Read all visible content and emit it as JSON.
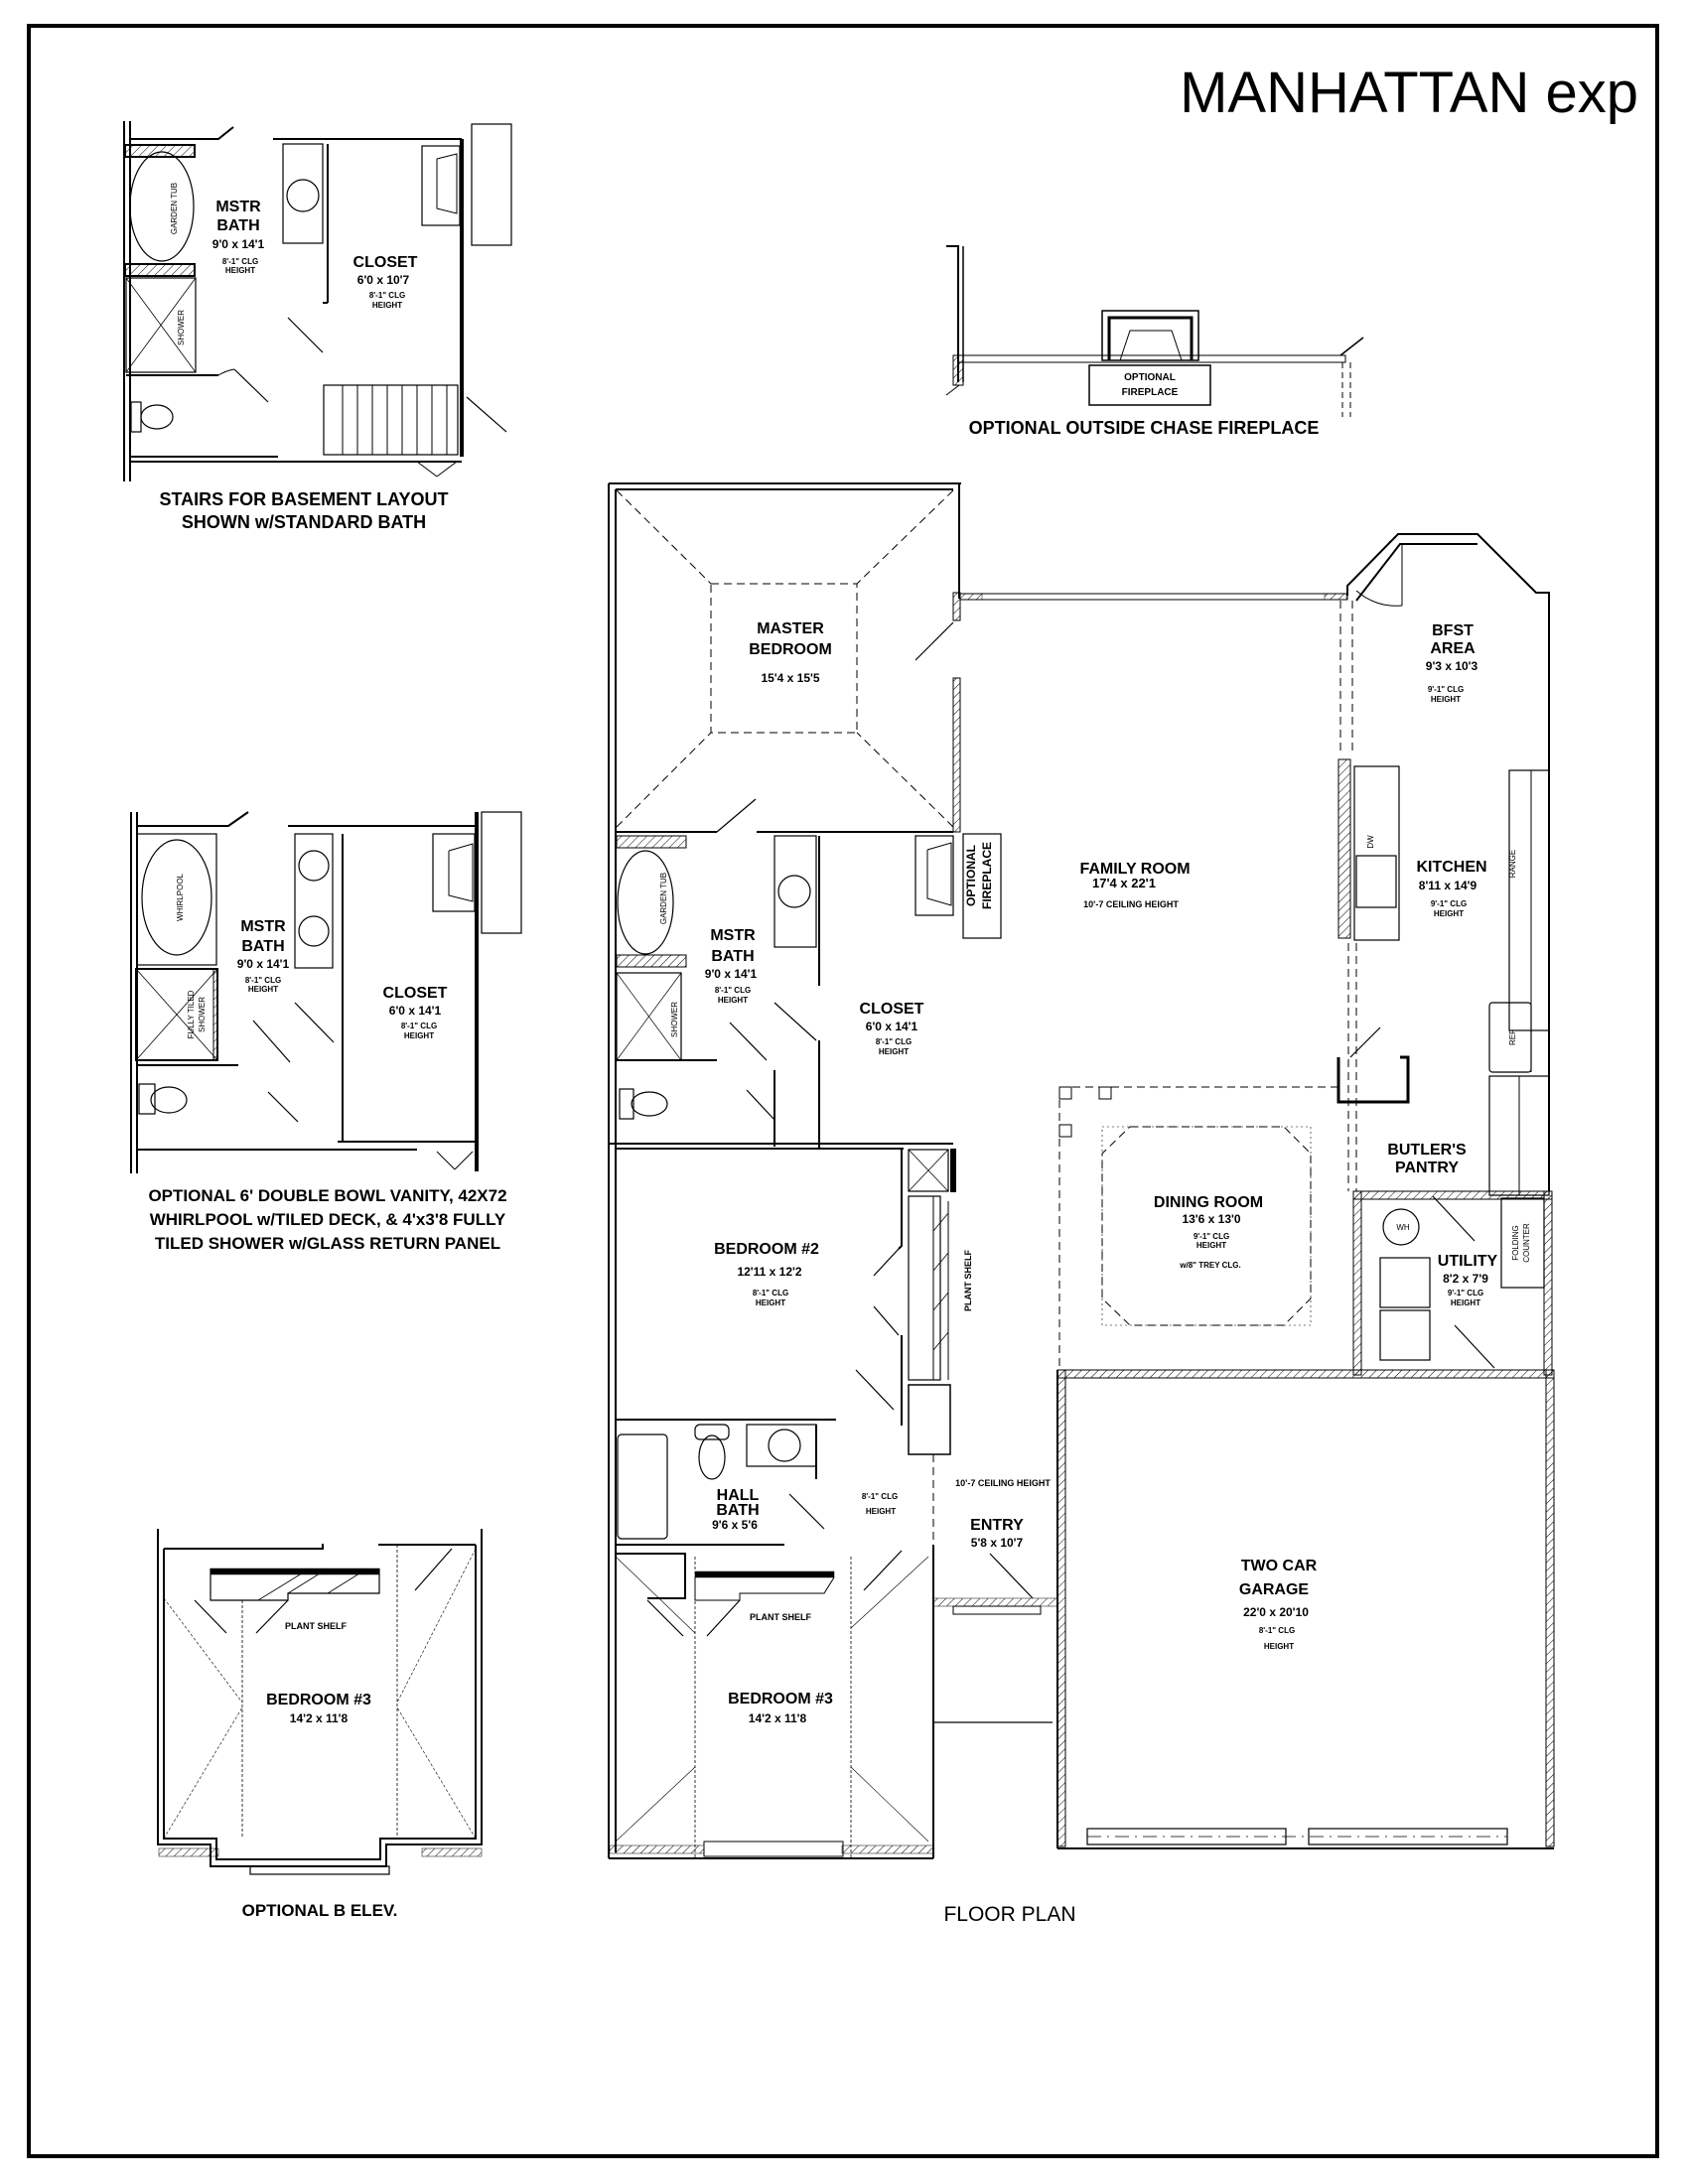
{
  "sheet": {
    "title": "MANHATTAN exp",
    "line_color": "#000000",
    "paper_color": "#ffffff"
  },
  "insets": {
    "stairs": {
      "caption_line1": "STAIRS FOR BASEMENT LAYOUT",
      "caption_line2": "SHOWN w/STANDARD BATH",
      "rooms": {
        "mstr_bath": {
          "name1": "MSTR",
          "name2": "BATH",
          "size": "9'0 x 14'1",
          "clg1": "8'-1\" CLG",
          "clg2": "HEIGHT"
        },
        "closet": {
          "name": "CLOSET",
          "size": "6'0 x 10'7",
          "clg1": "8'-1\" CLG",
          "clg2": "HEIGHT"
        }
      },
      "fixtures": {
        "tub": "GARDEN TUB",
        "shower": "SHOWER"
      }
    },
    "fireplace": {
      "caption": "OPTIONAL OUTSIDE CHASE FIREPLACE",
      "box_line1": "OPTIONAL",
      "box_line2": "FIREPLACE"
    },
    "vanity": {
      "caption_line1": "OPTIONAL  6' DOUBLE BOWL VANITY, 42X72",
      "caption_line2": "WHIRLPOOL w/TILED DECK, & 4'x3'8 FULLY",
      "caption_line3": "TILED SHOWER w/GLASS RETURN PANEL",
      "rooms": {
        "mstr_bath": {
          "name1": "MSTR",
          "name2": "BATH",
          "size": "9'0 x 14'1",
          "clg1": "8'-1\" CLG",
          "clg2": "HEIGHT"
        },
        "closet": {
          "name": "CLOSET",
          "size": "6'0 x 14'1",
          "clg1": "8'-1\" CLG",
          "clg2": "HEIGHT"
        }
      },
      "fixtures": {
        "tub": "WHIRLPOOL",
        "shower1": "FULLY TILED",
        "shower2": "SHOWER"
      }
    },
    "b_elev": {
      "caption": "OPTIONAL B ELEV.",
      "room": {
        "name": "BEDROOM #3",
        "size": "14'2 x 11'8"
      },
      "shelf": "PLANT SHELF"
    }
  },
  "floor_plan": {
    "caption": "FLOOR PLAN",
    "rooms": {
      "master_bedroom": {
        "name1": "MASTER",
        "name2": "BEDROOM",
        "size": "15'4 x 15'5"
      },
      "mstr_bath": {
        "name1": "MSTR",
        "name2": "BATH",
        "size": "9'0 x 14'1",
        "clg1": "8'-1\" CLG",
        "clg2": "HEIGHT"
      },
      "closet": {
        "name": "CLOSET",
        "size": "6'0 x 14'1",
        "clg1": "8'-1\" CLG",
        "clg2": "HEIGHT"
      },
      "family_room": {
        "name": "FAMILY ROOM",
        "size": "17'4 x 22'1",
        "clg": "10'-7 CEILING HEIGHT"
      },
      "bfst_area": {
        "name1": "BFST",
        "name2": "AREA",
        "size": "9'3 x 10'3",
        "clg1": "9'-1\" CLG",
        "clg2": "HEIGHT"
      },
      "kitchen": {
        "name": "KITCHEN",
        "size": "8'11 x 14'9",
        "clg1": "9'-1\" CLG",
        "clg2": "HEIGHT"
      },
      "butlers_pantry": {
        "name1": "BUTLER'S",
        "name2": "PANTRY"
      },
      "dining_room": {
        "name": "DINING ROOM",
        "size": "13'6 x 13'0",
        "clg1": "9'-1\" CLG",
        "clg2": "HEIGHT",
        "note": "w/8\" TREY CLG."
      },
      "utility": {
        "name": "UTILITY",
        "size": "8'2 x 7'9",
        "clg1": "9'-1\" CLG",
        "clg2": "HEIGHT"
      },
      "bedroom2": {
        "name": "BEDROOM #2",
        "size": "12'11 x 12'2",
        "clg1": "8'-1\" CLG",
        "clg2": "HEIGHT"
      },
      "hall_bath": {
        "name1": "HALL",
        "name2": "BATH",
        "size": "9'6 x 5'6"
      },
      "hall": {
        "clg1": "8'-1\" CLG",
        "clg2": "HEIGHT"
      },
      "entry": {
        "name": "ENTRY",
        "size": "5'8 x 10'7",
        "clg": "10'-7 CEILING HEIGHT"
      },
      "bedroom3": {
        "name": "BEDROOM #3",
        "size": "14'2 x 11'8"
      },
      "garage": {
        "name1": "TWO CAR",
        "name2": "GARAGE",
        "size": "22'0 x 20'10",
        "clg1": "8'-1\" CLG",
        "clg2": "HEIGHT"
      }
    },
    "fixtures": {
      "garden_tub": "GARDEN TUB",
      "shower": "SHOWER",
      "optional_fireplace1": "OPTIONAL",
      "optional_fireplace2": "FIREPLACE",
      "plant_shelf_vertical": "PLANT SHELF",
      "plant_shelf_bed3": "PLANT SHELF",
      "dw": "DW",
      "range": "RANGE",
      "ref": "REF",
      "wh": "WH",
      "folding1": "FOLDING",
      "folding2": "COUNTER"
    }
  }
}
